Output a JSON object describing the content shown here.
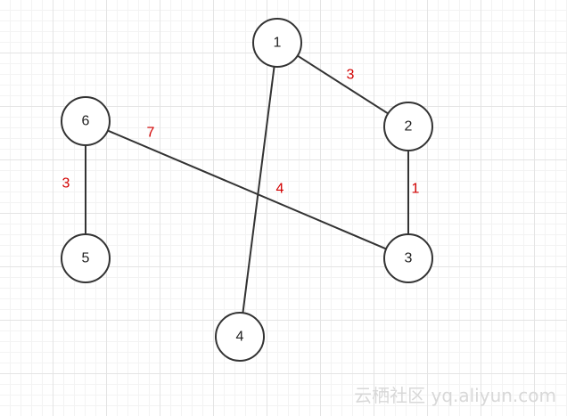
{
  "diagram": {
    "nodes": [
      {
        "id": "1",
        "label": "1"
      },
      {
        "id": "2",
        "label": "2"
      },
      {
        "id": "3",
        "label": "3"
      },
      {
        "id": "4",
        "label": "4"
      },
      {
        "id": "5",
        "label": "5"
      },
      {
        "id": "6",
        "label": "6"
      }
    ],
    "edges": [
      {
        "from": "1",
        "to": "2",
        "weight": "3"
      },
      {
        "from": "2",
        "to": "3",
        "weight": "1"
      },
      {
        "from": "1",
        "to": "4",
        "weight": "4"
      },
      {
        "from": "6",
        "to": "3",
        "weight": "7"
      },
      {
        "from": "6",
        "to": "5",
        "weight": "3"
      }
    ],
    "colors": {
      "node_stroke": "#333333",
      "edge": "#333333",
      "weight": "#d20000"
    }
  },
  "watermark": "云栖社区 yq.aliyun.com"
}
